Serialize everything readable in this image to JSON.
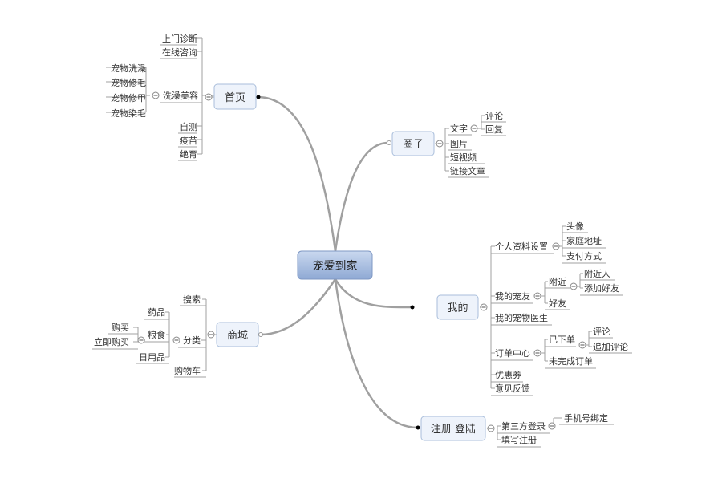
{
  "map": {
    "colors": {
      "curve": "#c8c8c8",
      "line": "#a0a0a0",
      "text": "#333333",
      "node_fill": "#eef3fb",
      "node_stroke": "#a9bedb",
      "root_fill_top": "#c9d8ef",
      "root_fill_bottom": "#8fa9d4",
      "root_stroke": "#7f98c4"
    },
    "root": {
      "label": "宠爱到家"
    },
    "branches": {
      "home": {
        "label": "首页",
        "items": {
          "visit": "上门诊断",
          "consult": "在线咨询",
          "grooming": {
            "label": "洗澡美容",
            "items": {
              "bath": "宠物洗澡",
              "trim": "宠物修毛",
              "nail": "宠物修甲",
              "dye": "宠物染毛"
            }
          },
          "selftest": "自测",
          "vaccine": "疫苗",
          "sterilize": "绝育"
        }
      },
      "circle": {
        "label": "圈子",
        "items": {
          "text": {
            "label": "文字",
            "items": {
              "comment": "评论",
              "reply": "回复"
            }
          },
          "image": "图片",
          "video": "短视频",
          "link": "链接文章"
        }
      },
      "mine": {
        "label": "我的",
        "items": {
          "profile": {
            "label": "个人资料设置",
            "items": {
              "avatar": "头像",
              "address": "家庭地址",
              "payment": "支付方式"
            }
          },
          "petfriends": {
            "label": "我的宠友",
            "items": {
              "nearby": {
                "label": "附近",
                "items": {
                  "people": "附近人",
                  "add": "添加好友"
                }
              },
              "friends": "好友"
            }
          },
          "doctor": "我的宠物医生",
          "orders": {
            "label": "订单中心",
            "items": {
              "placed": {
                "label": "已下单",
                "items": {
                  "review": "评论",
                  "followup": "追加评论"
                }
              },
              "unfinished": "未完成订单"
            }
          },
          "coupon": "优惠券",
          "feedback": "意见反馈"
        }
      },
      "shop": {
        "label": "商城",
        "items": {
          "search": "搜索",
          "category": {
            "label": "分类",
            "items": {
              "medicine": "药品",
              "food": {
                "label": "粮食",
                "items": {
                  "buy": "购买",
                  "buynow": "立即购买"
                }
              },
              "daily": "日用品"
            }
          },
          "cart": "购物车"
        }
      },
      "register": {
        "label": "注册 登陆",
        "items": {
          "thirdparty": {
            "label": "第三方登录",
            "items": {
              "phone": "手机号绑定"
            }
          },
          "signup": "填写注册"
        }
      }
    }
  }
}
